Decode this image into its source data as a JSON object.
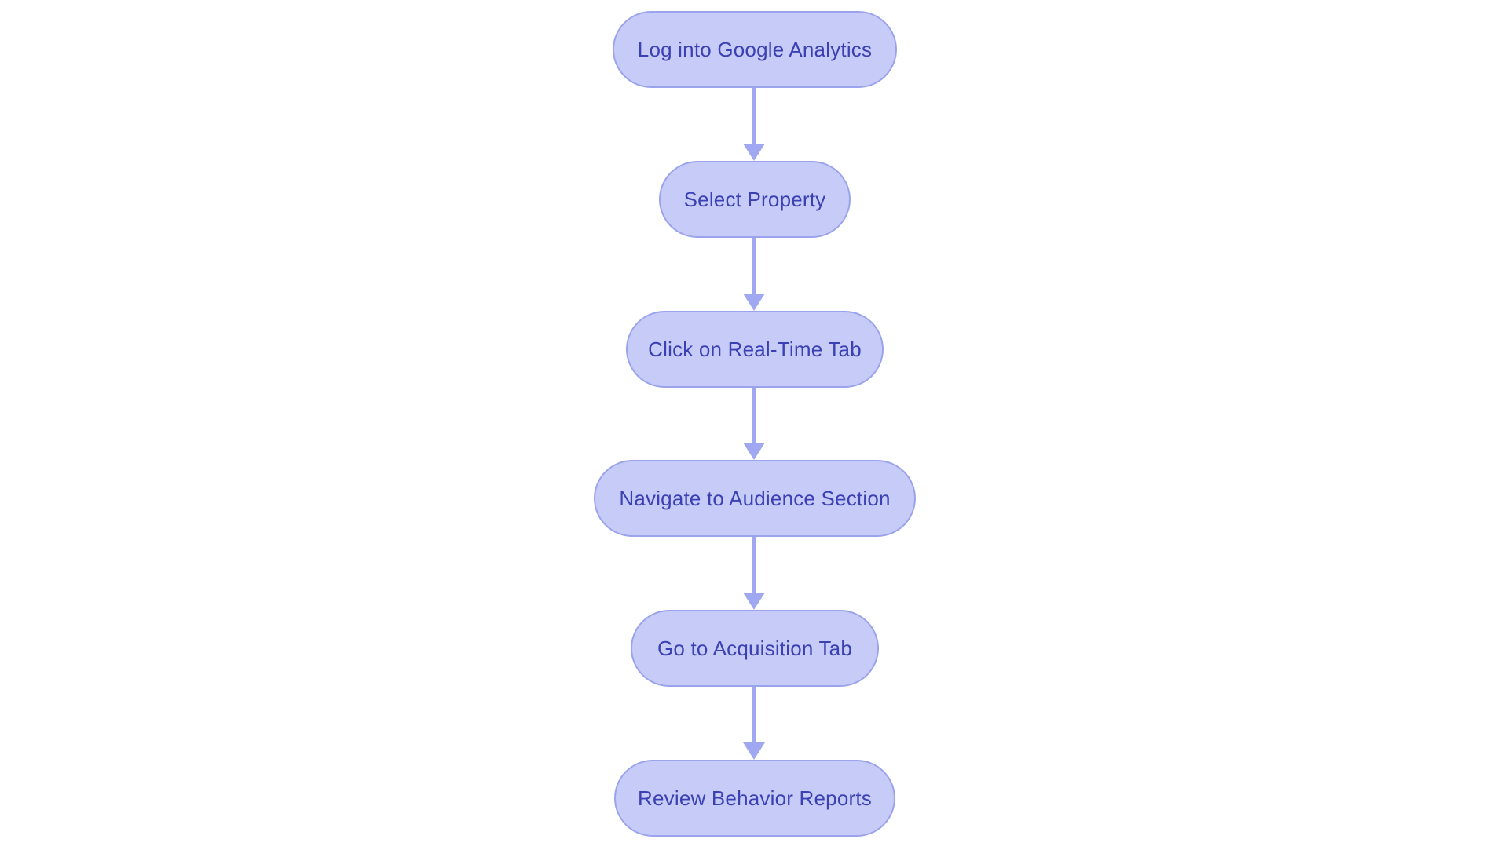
{
  "diagram": {
    "type": "flowchart",
    "direction": "top-down",
    "nodes": [
      {
        "id": "step-1",
        "label": "Log into Google Analytics"
      },
      {
        "id": "step-2",
        "label": "Select Property"
      },
      {
        "id": "step-3",
        "label": "Click on Real-Time Tab"
      },
      {
        "id": "step-4",
        "label": "Navigate to Audience Section"
      },
      {
        "id": "step-5",
        "label": "Go to Acquisition Tab"
      },
      {
        "id": "step-6",
        "label": "Review Behavior Reports"
      }
    ],
    "edges": [
      {
        "from": "step-1",
        "to": "step-2"
      },
      {
        "from": "step-2",
        "to": "step-3"
      },
      {
        "from": "step-3",
        "to": "step-4"
      },
      {
        "from": "step-4",
        "to": "step-5"
      },
      {
        "from": "step-5",
        "to": "step-6"
      }
    ],
    "colors": {
      "background": "#ffffff",
      "node_fill": "#c7cbf8",
      "node_border": "#9aa3ec",
      "node_text": "#3b41b3",
      "arrow": "#9fa8f0"
    }
  }
}
